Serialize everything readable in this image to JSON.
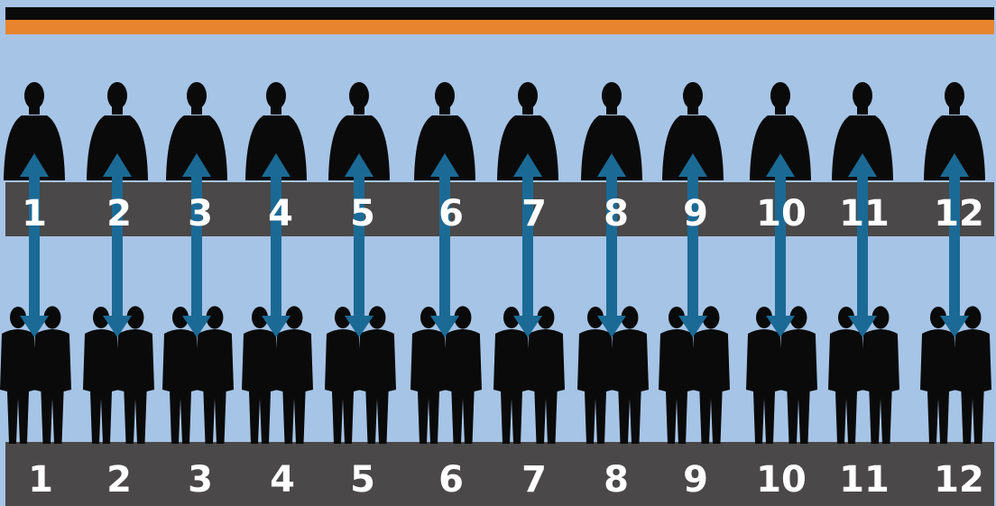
{
  "colors": {
    "sky": "#a6c4e6",
    "orange_bar": "#e8842d",
    "top_band": "#0b0b0b",
    "gray_band": "#4a4848",
    "silhouette": "#0a0a0a",
    "arrow": "#1b6a96",
    "number": "#ffffff"
  },
  "top_row": {
    "numbers": [
      "1",
      "2",
      "3",
      "4",
      "5",
      "6",
      "7",
      "8",
      "9",
      "10",
      "11",
      "12"
    ]
  },
  "bottom_row": {
    "numbers": [
      "1",
      "2",
      "3",
      "4",
      "5",
      "6",
      "7",
      "8",
      "9",
      "10",
      "11",
      "12"
    ]
  },
  "icons": {
    "top_figure": "seated-person-silhouette-icon",
    "bottom_figure": "standing-pair-silhouette-icon",
    "connector": "double-headed-arrow-icon"
  }
}
